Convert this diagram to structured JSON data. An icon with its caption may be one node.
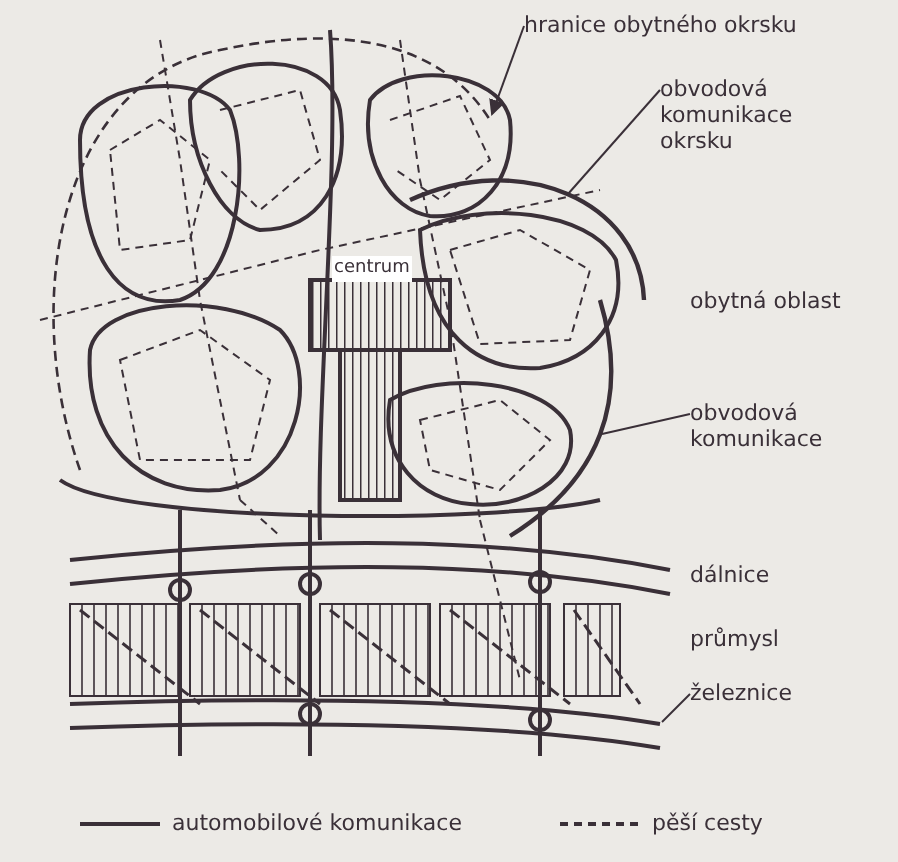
{
  "diagram": {
    "nodes": [
      {
        "text": [
          "hranice obytného okrsku"
        ]
      },
      {
        "text": [],
        "shape": "line"
      },
      {
        "text": [
          "obvodová komunikace okrsku"
        ]
      },
      {
        "text": [],
        "shape": "line"
      },
      {
        "text": [
          "obvodová komunikace"
        ]
      },
      {
        "text": [],
        "shape": "line"
      },
      {
        "text": [
          "železnice"
        ]
      },
      {
        "text": [],
        "shape": "line"
      }
    ],
    "edges": [
      {
        "from": 0,
        "to": 1,
        "arrow": "to"
      },
      {
        "from": 2,
        "to": 3,
        "arrow": "none"
      },
      {
        "from": 4,
        "to": 5,
        "arrow": "none"
      },
      {
        "from": 6,
        "to": 7,
        "arrow": "none"
      }
    ],
    "labels": [
      "centrum",
      "obytná oblast",
      "dálnice",
      "průmysl"
    ],
    "legend": [
      {
        "text": "automobilové komunikace"
      },
      {
        "text": "pěší cesty"
      }
    ]
  }
}
